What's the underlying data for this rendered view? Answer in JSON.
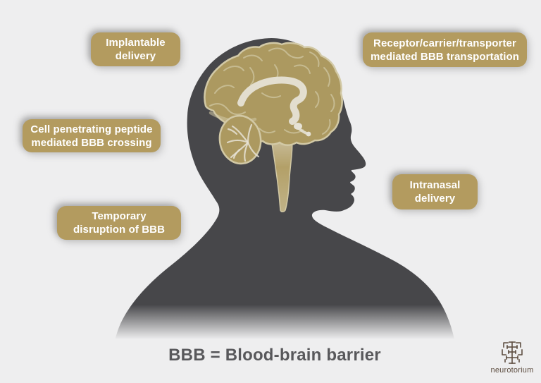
{
  "colors": {
    "background": "#eeeeef",
    "silhouette": "#47474a",
    "badge_bg": "#b39b5f",
    "badge_text": "#ffffff",
    "brain_fill": "#ac9960",
    "brain_outline": "#d2c9a6",
    "brain_highlight": "#e6e2d5",
    "caption_text": "#58585b",
    "logo_color": "#5e4e41"
  },
  "badges": [
    {
      "id": "implantable-delivery",
      "lines": [
        "Implantable",
        "delivery"
      ]
    },
    {
      "id": "receptor-carrier-transporter",
      "lines": [
        "Receptor/carrier/transporter",
        "mediated BBB transportation"
      ]
    },
    {
      "id": "cell-penetrating-peptide",
      "lines": [
        "Cell penetrating peptide",
        "mediated BBB crossing"
      ]
    },
    {
      "id": "intranasal-delivery",
      "lines": [
        "Intranasal",
        "delivery"
      ]
    },
    {
      "id": "temporary-disruption",
      "lines": [
        "Temporary",
        "disruption of BBB"
      ]
    }
  ],
  "caption": "BBB = Blood-brain barrier",
  "logo": {
    "text": "neurotorium",
    "icon": "neurotorium-brain-mark-icon"
  }
}
